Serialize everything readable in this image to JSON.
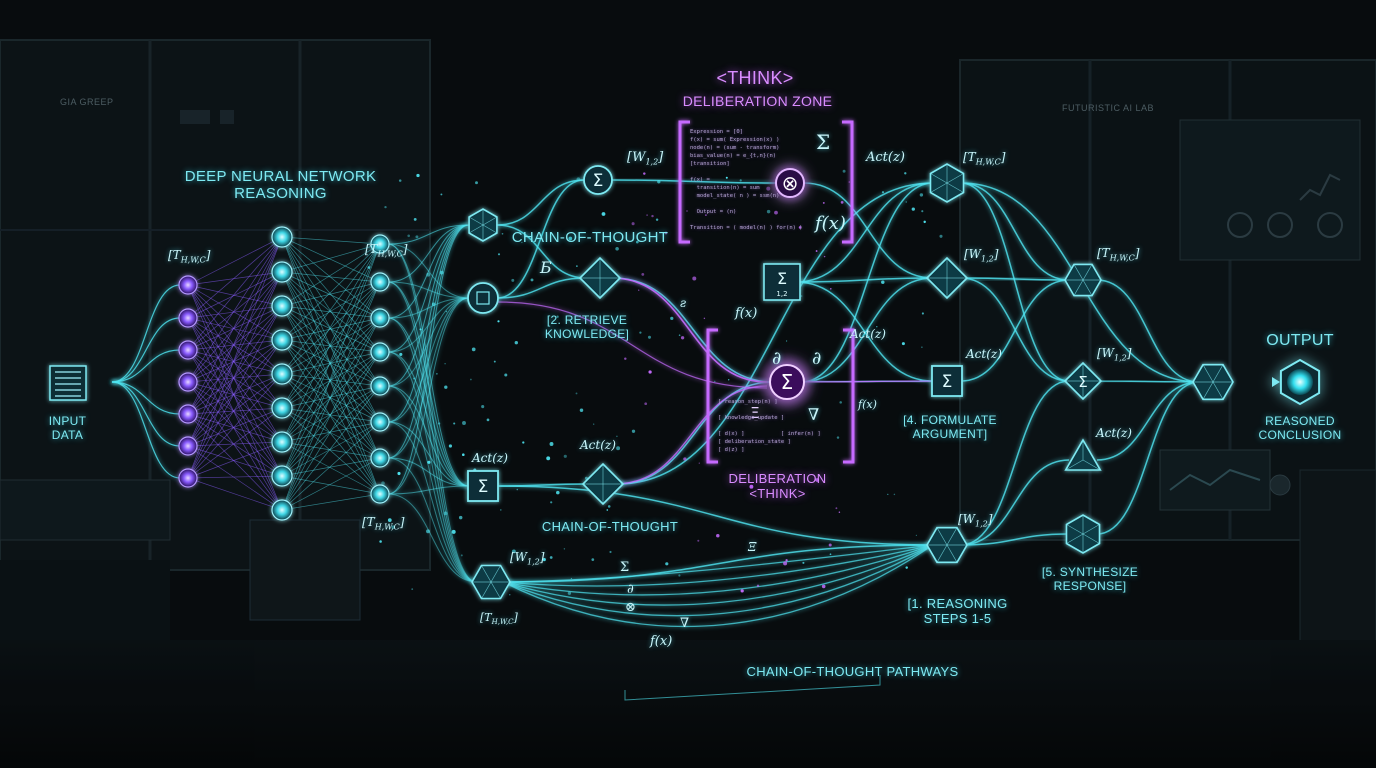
{
  "labels": {
    "background_sign_left": "GIA GREEP",
    "background_sign_right": "FUTURISTIC AI LAB",
    "title_line1": "DEEP NEURAL NETWORK",
    "title_line2": "REASONING",
    "input_line1": "INPUT",
    "input_line2": "DATA",
    "think_tag_top": "<THINK>",
    "deliberation_zone": "DELIBERATION ZONE",
    "chain_of_thought_top": "CHAIN-OF-THOUGHT",
    "retrieve_line1": "[2. RETRIEVE",
    "retrieve_line2": "KNOWLEDGE]",
    "deliberation_lower_line1": "DELIBERATION",
    "deliberation_lower_line2": "<THINK>",
    "chain_of_thought_mid": "CHAIN-OF-THOUGHT",
    "formulate_line1": "[4. FORMULATE",
    "formulate_line2": "ARGUMENT]",
    "synthesize_line1": "[5. SYNTHESIZE",
    "synthesize_line2": "RESPONSE]",
    "reasoning_steps_line1": "[1. REASONING",
    "reasoning_steps_line2": "STEPS 1-5",
    "chain_of_thought_pathways": "CHAIN-OF-THOUGHT PATHWAYS",
    "output_title": "OUTPUT",
    "output_line1": "REASONED",
    "output_line2": "CONCLUSION"
  },
  "math": {
    "tensor": "[T",
    "tensor_sub": "H,W,C",
    "tensor_close": "]",
    "weight": "[W",
    "weight_sub": "1,2",
    "weight_close": "]",
    "act": "Act(z)",
    "func": "f(x)",
    "sigma": "Σ",
    "partial": "∂",
    "otimes": "⊗",
    "nabla": "∇",
    "sum_sub": "Σ",
    "sum_sub_index": "1,2",
    "gamma": "Ƃ",
    "xi": "Ξ",
    "omega": "ƨ"
  },
  "code_snippets": {
    "top": "Expression = [0]\nf(x) = sum( Expression(x) )\nnode(n) = (sum - transform)\nbias_value(n) = e_{t,n}(n)\n[transition]\n\nf(x) =\n  transition(n) = sum\n  model_state( n ) = ssm(n)\n\n  Output = (n)\n\nTransition = ( model(n) ) for(n) )",
    "mid": "[ reason_step(n) ]\n\n[ knowledge_update ]\n\n[ d(x) ]           [ infer(n) ]\n[ deliberation_state ]\n[ d(z) ]"
  },
  "colors": {
    "background": "#06090b",
    "cyan_glow": "#4fe6f2",
    "purple_glow": "#c66bff",
    "node_purple": "#8a5cff",
    "node_cyan": "#3fd7e6",
    "output": "#33e0f0"
  }
}
